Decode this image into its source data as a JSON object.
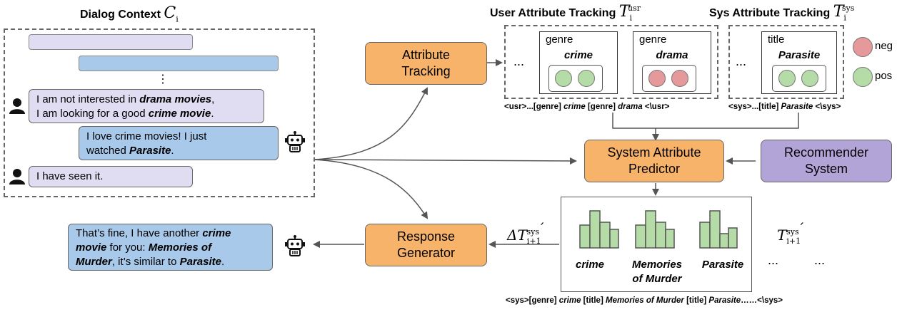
{
  "dialog": {
    "title": "Dialog Context",
    "symbol": "C",
    "symbol_sub": "i",
    "ellipsis": "⋮",
    "user_msg_1_a": "I am not interested in ",
    "user_msg_1_b": "drama movies",
    "user_msg_1_c": ",",
    "user_msg_1_d": "I am looking for a good ",
    "user_msg_1_e": "crime movie",
    "user_msg_1_f": ".",
    "sys_msg_1_a": "I love crime movies! I just",
    "sys_msg_1_b": "watched ",
    "sys_msg_1_c": "Parasite",
    "sys_msg_1_d": ".",
    "user_msg_2": "I have seen it."
  },
  "modules": {
    "attribute_tracking": "Attribute Tracking",
    "system_attribute_predictor": "System Attribute Predictor",
    "recommender_system": "Recommender System",
    "response_generator": "Response Generator"
  },
  "user_tracking": {
    "title": "User Attribute Tracking",
    "symbol": "T",
    "sub": "i",
    "sup": "usr",
    "ellipsis": "...",
    "cards": [
      {
        "type": "genre",
        "value": "crime",
        "polarity": "pos"
      },
      {
        "type": "genre",
        "value": "drama",
        "polarity": "neg"
      }
    ],
    "caption_a": "<usr>...[genre] ",
    "caption_b": "crime",
    "caption_c": " [genre] ",
    "caption_d": "drama",
    "caption_e": " <\\usr>"
  },
  "sys_tracking": {
    "title": "Sys Attribute Tracking",
    "symbol": "T",
    "sub": "i",
    "sup": "sys",
    "ellipsis": "...",
    "cards": [
      {
        "type": "title",
        "value": "Parasite",
        "polarity": "pos"
      }
    ],
    "caption_a": "<sys>...[title] ",
    "caption_b": "Parasite",
    "caption_c": " <\\sys>"
  },
  "legend": {
    "neg": "neg",
    "pos": "pos",
    "neg_color": "#e6999a",
    "pos_color": "#b5dca6"
  },
  "prediction": {
    "delta_symbol": "ΔT",
    "delta_sub": "i+1",
    "delta_sup": "sys",
    "delta_prime": "′",
    "next_symbol": "T",
    "next_sub": "i+1",
    "next_sup": "sys",
    "next_prime": "′",
    "ellipsis_1": "...",
    "ellipsis_2": "...",
    "hist_1": "crime",
    "hist_2a": "Memories",
    "hist_2b": "of Murder",
    "hist_3": "Parasite",
    "caption_a": "<sys>[genre] ",
    "caption_b": "crime",
    "caption_c": " [title] ",
    "caption_d": "Memories of Murder",
    "caption_e": " [title] ",
    "caption_f": "Parasite",
    "caption_g": "……<\\sys>"
  },
  "response": {
    "a": "That’s fine, I have another ",
    "b": "crime",
    "c": "movie",
    "d": " for you: ",
    "e": "Memories of",
    "f": "Murder",
    "g": ", it’s similar to ",
    "h": "Parasite",
    "i": "."
  },
  "colors": {
    "module_orange": "#f8b36a",
    "recommender_purple": "#b3a4d8",
    "user_bubble": "#e0dcf2",
    "system_bubble": "#a9c9ea",
    "histogram_green": "#b5dca6"
  }
}
